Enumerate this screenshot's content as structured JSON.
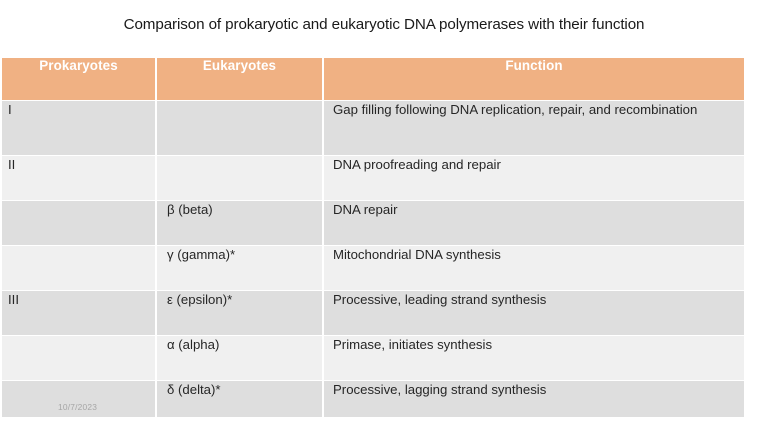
{
  "slide": {
    "title": "Comparison of prokaryotic and eukaryotic DNA polymerases with their function",
    "date_stamp": "10/7/2023",
    "colors": {
      "header_fill": "#F0B183",
      "header_text": "#FFFFFF",
      "row_dark": "#DEDEDE",
      "row_light": "#F0F0F0",
      "body_text": "#262626",
      "page_background": "#FFFFFF",
      "date_stamp_text": "#A6A6A6"
    }
  },
  "table": {
    "columns": [
      {
        "key": "prokaryotes",
        "label": "Prokaryotes"
      },
      {
        "key": "eukaryotes",
        "label": "Eukaryotes"
      },
      {
        "key": "function",
        "label": "Function"
      }
    ],
    "rows": [
      {
        "prokaryotes": "I",
        "eukaryotes": "",
        "function": "Gap filling following DNA replication, repair, and recombination"
      },
      {
        "prokaryotes": "II",
        "eukaryotes": "",
        "function": "DNA proofreading and repair"
      },
      {
        "prokaryotes": "",
        "eukaryotes": "β (beta)",
        "function": "DNA repair"
      },
      {
        "prokaryotes": "",
        "eukaryotes": "γ (gamma)*",
        "function": "Mitochondrial DNA synthesis"
      },
      {
        "prokaryotes": "III",
        "eukaryotes": "ε (epsilon)*",
        "function": "Processive, leading strand synthesis"
      },
      {
        "prokaryotes": "",
        "eukaryotes": "α (alpha)",
        "function": "Primase, initiates synthesis"
      },
      {
        "prokaryotes": "",
        "eukaryotes": "δ (delta)*",
        "function": "Processive, lagging strand synthesis"
      }
    ]
  }
}
